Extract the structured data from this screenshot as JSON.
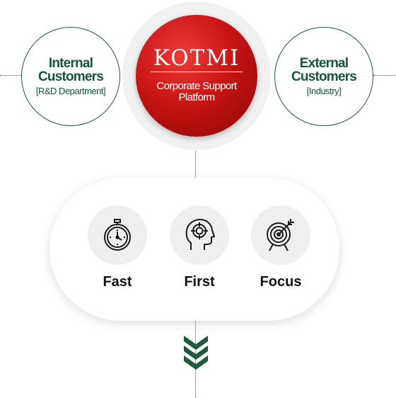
{
  "left_customer": {
    "title_line1": "Internal",
    "title_line2": "Customers",
    "sub": "[R&D Department]"
  },
  "right_customer": {
    "title_line1": "External",
    "title_line2": "Customers",
    "sub": "[Industry]"
  },
  "center": {
    "logo": "KOTMI",
    "line1": "Corporate Support",
    "line2": "Platform"
  },
  "values": [
    {
      "label": "Fast",
      "icon": "stopwatch-icon"
    },
    {
      "label": "First",
      "icon": "head-target-icon"
    },
    {
      "label": "Focus",
      "icon": "archery-target-icon"
    }
  ],
  "colors": {
    "green": "#16553a",
    "red": "#c71414",
    "gray": "#efefef"
  }
}
